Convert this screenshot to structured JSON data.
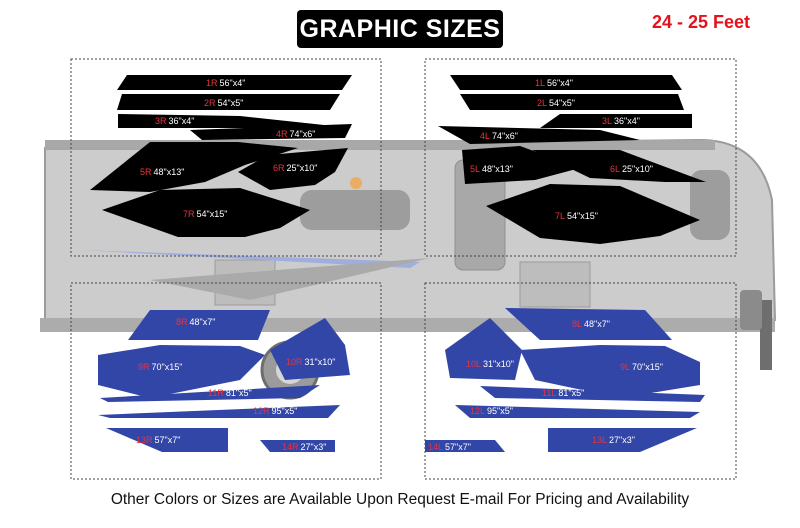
{
  "header": {
    "title": "GRAPHIC SIZES",
    "length_label": "24 - 25 Feet"
  },
  "footer": {
    "note": "Other Colors or Sizes are Available Upon Request E-mail For Pricing and Availability"
  },
  "colors": {
    "black_decal": "#000000",
    "blue_decal": "#3246a8",
    "code_text": "#e8343c",
    "dimension_text": "#ffffff",
    "trailer_gray": "#a8a8a8"
  },
  "pieces": {
    "p1R": {
      "code": "1R",
      "dims": "56\"x4\""
    },
    "p2R": {
      "code": "2R",
      "dims": "54\"x5\""
    },
    "p3R": {
      "code": "3R",
      "dims": "36\"x4\""
    },
    "p4R": {
      "code": "4R",
      "dims": "74\"x6\""
    },
    "p5R": {
      "code": "5R",
      "dims": "48\"x13\""
    },
    "p6R": {
      "code": "6R",
      "dims": "25\"x10\""
    },
    "p7R": {
      "code": "7R",
      "dims": "54\"x15\""
    },
    "p1L": {
      "code": "1L",
      "dims": "56\"x4\""
    },
    "p2L": {
      "code": "2L",
      "dims": "54\"x5\""
    },
    "p3L": {
      "code": "3L",
      "dims": "36\"x4\""
    },
    "p4L": {
      "code": "4L",
      "dims": "74\"x6\""
    },
    "p5L": {
      "code": "5L",
      "dims": "48\"x13\""
    },
    "p6L": {
      "code": "6L",
      "dims": "25\"x10\""
    },
    "p7L": {
      "code": "7L",
      "dims": "54\"x15\""
    },
    "p8R": {
      "code": "8R",
      "dims": "48\"x7\""
    },
    "p9R": {
      "code": "9R",
      "dims": "70\"x15\""
    },
    "p10R": {
      "code": "10R",
      "dims": "31\"x10\""
    },
    "p11R": {
      "code": "11R",
      "dims": "81\"x5\""
    },
    "p12R": {
      "code": "12R",
      "dims": "95\"x5\""
    },
    "p13R": {
      "code": "13R",
      "dims": "57\"x7\""
    },
    "p14R": {
      "code": "14R",
      "dims": "27\"x3\""
    },
    "p8L": {
      "code": "8L",
      "dims": "48\"x7\""
    },
    "p9L": {
      "code": "9L",
      "dims": "70\"x15\""
    },
    "p10L": {
      "code": "10L",
      "dims": "31\"x10\""
    },
    "p11L": {
      "code": "11L",
      "dims": "81\"x5\""
    },
    "p12L": {
      "code": "12L",
      "dims": "95\"x5\""
    },
    "p13L": {
      "code": "14L",
      "dims": "57\"x7\""
    },
    "p14L": {
      "code": "13L",
      "dims": "27\"x3\""
    }
  }
}
